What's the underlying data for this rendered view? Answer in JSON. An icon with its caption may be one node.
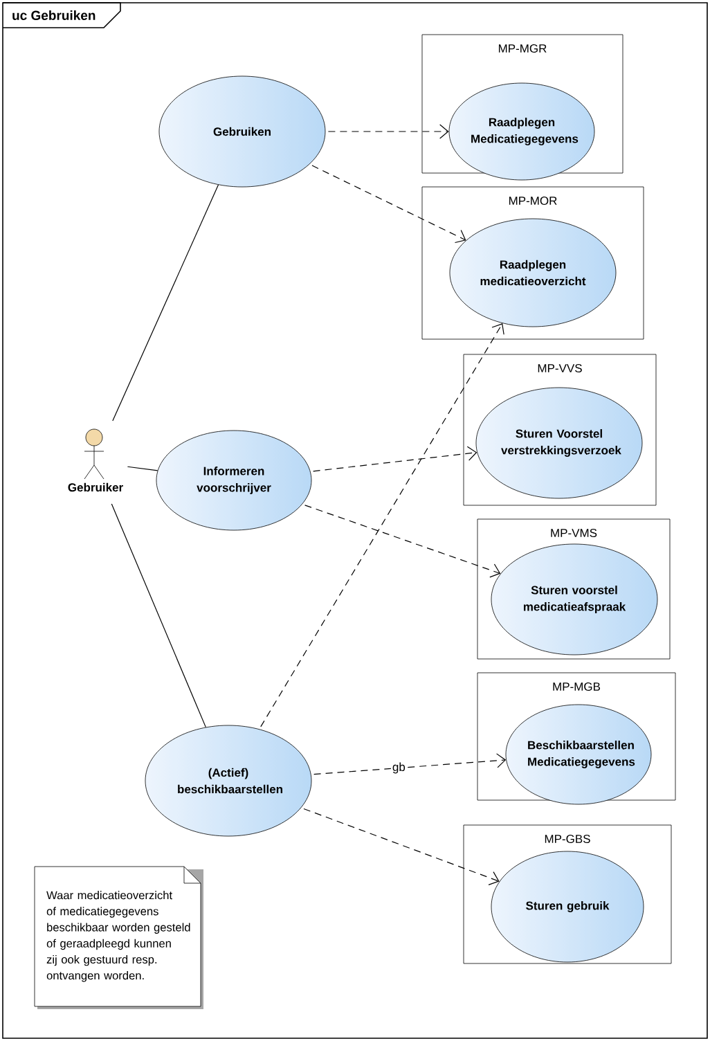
{
  "diagram": {
    "title": "uc Gebruiken",
    "nodes": [
      {
        "text": [
          "Gebruiker"
        ]
      },
      {
        "text": [
          "Gebruiken"
        ]
      },
      {
        "text": [
          "Informeren voorschrijver"
        ]
      },
      {
        "text": [
          "(Actief) beschikbaarstellen"
        ]
      },
      {
        "text": [
          "MP-MGR"
        ]
      },
      {
        "text": [
          "Raadplegen Medicatiegegevens"
        ],
        "in": 4
      },
      {
        "text": [
          "MP-MOR"
        ]
      },
      {
        "text": [
          "Raadplegen medicatieoverzicht"
        ],
        "in": 6
      },
      {
        "text": [
          "MP-VVS"
        ]
      },
      {
        "text": [
          "Sturen Voorstel verstrekkingsverzoek"
        ],
        "in": 8
      },
      {
        "text": [
          "MP-VMS"
        ]
      },
      {
        "text": [
          "Sturen voorstel medicatieafspraak"
        ],
        "in": 10
      },
      {
        "text": [
          "MP-MGB"
        ]
      },
      {
        "text": [
          "Beschikbaarstellen Medicatiegegevens"
        ],
        "in": 12
      },
      {
        "text": [
          "MP-GBS"
        ]
      },
      {
        "text": [
          "Sturen gebruik"
        ],
        "in": 14
      },
      {
        "text": [
          "Waar medicatieoverzicht of medicatiegegevens beschikbaar worden gesteld of geraadpleegd kunnen zij ook gestuurd resp. ontvangen worden."
        ]
      }
    ],
    "edges": [
      {
        "from": 0,
        "to": 1,
        "arrow": "none"
      },
      {
        "from": 0,
        "to": 2,
        "arrow": "none"
      },
      {
        "from": 0,
        "to": 3,
        "arrow": "none"
      },
      {
        "from": 1,
        "to": 5,
        "arrow": "to",
        "style": "dashed"
      },
      {
        "from": 1,
        "to": 7,
        "arrow": "to",
        "style": "dashed"
      },
      {
        "from": 2,
        "to": 9,
        "arrow": "to",
        "style": "dashed"
      },
      {
        "from": 2,
        "to": 11,
        "arrow": "to",
        "style": "dashed"
      },
      {
        "from": 3,
        "to": 7,
        "arrow": "to",
        "style": "dashed"
      },
      {
        "from": 3,
        "to": 13,
        "arrow": "to",
        "style": "dashed",
        "label": "gb"
      },
      {
        "from": 3,
        "to": 15,
        "arrow": "to",
        "style": "dashed"
      }
    ]
  }
}
